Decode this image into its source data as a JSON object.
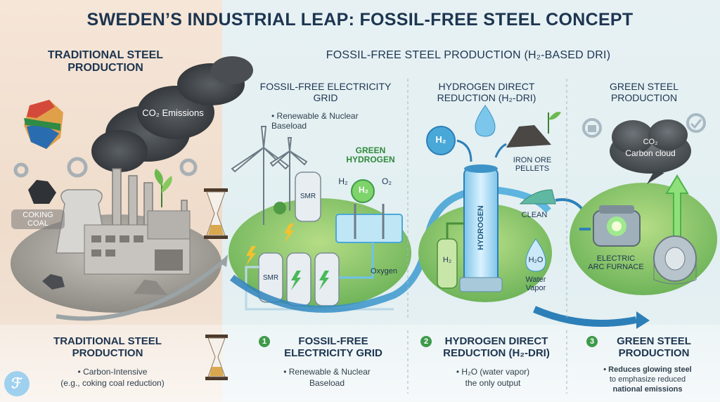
{
  "title": "SWEDEN’S INDUSTRIAL LEAP: FOSSIL-FREE STEEL CONCEPT",
  "traditional": {
    "heading": "TRADITIONAL STEEL PRODUCTION",
    "emissions_label": "CO₂ Emissions",
    "coal_label": "COKING COAL",
    "bottom_heading": "TRADITIONAL STEEL PRODUCTION",
    "bottom_bullet": "• Carbon-Intensive",
    "bottom_bullet2": "(e.g., coking coal reduction)"
  },
  "fossil_free": {
    "heading": "FOSSIL-FREE STEEL PRODUCTION (H₂-BASED DRI)",
    "step1": {
      "heading": "FOSSIL-FREE ELECTRICITY GRID",
      "bullet": "• Renewable & Nuclear Baseload",
      "green_hydrogen": "GREEN HYDROGEN",
      "h2": "H₂",
      "o2": "O₂",
      "smr_top": "SMR",
      "smr_bottom": "SMR",
      "oxygen": "Oxygen",
      "number": "1",
      "bottom_heading": "FOSSIL-FREE ELECTRICITY GRID",
      "bottom_bullet": "• Renewable & Nuclear",
      "bottom_bullet2": "Baseload"
    },
    "step2": {
      "heading": "HYDROGEN DIRECT REDUCTION (H₂-DRI)",
      "h2_badge": "H₂",
      "iron_ore": "IRON ORE PELLETS",
      "hydrogen_column": "HYDROGEN",
      "h2_side": "H₂",
      "h2o": "H₂O",
      "water_vapor": "Water Vapor",
      "clean": "CLEAN",
      "number": "2",
      "bottom_heading": "HYDROGEN DIRECT REDUCTION (H₂-DRI)",
      "bottom_bullet": "• H₂O (water vapor)",
      "bottom_bullet2": "the only output"
    },
    "step3": {
      "heading": "GREEN STEEL PRODUCTION",
      "cloud_line1": "CO₂",
      "cloud_line2": "Carbon cloud",
      "furnace": "ELECTRIC ARC FURNACE",
      "number": "3",
      "bottom_heading": "GREEN STEEL PRODUCTION",
      "bottom_bullet": "• Reduces glowing steel",
      "bottom_bullet2": "to emphasize reduced",
      "bottom_bullet3": "national emissions"
    }
  },
  "logo_glyph": "ℱ",
  "icons": [
    "gear-icon",
    "lock-icon",
    "check-icon",
    "hourglass-icon",
    "lightning-icon",
    "water-drop-icon",
    "wind-turbine-icon",
    "leaf-icon",
    "arrow-up-icon"
  ],
  "colors": {
    "title": "#1d3550",
    "green": "#3e9a4a",
    "hydrogen_blue": "#4aa8d8",
    "smoke": "#3e4246",
    "flow": "#2d7fb8"
  }
}
